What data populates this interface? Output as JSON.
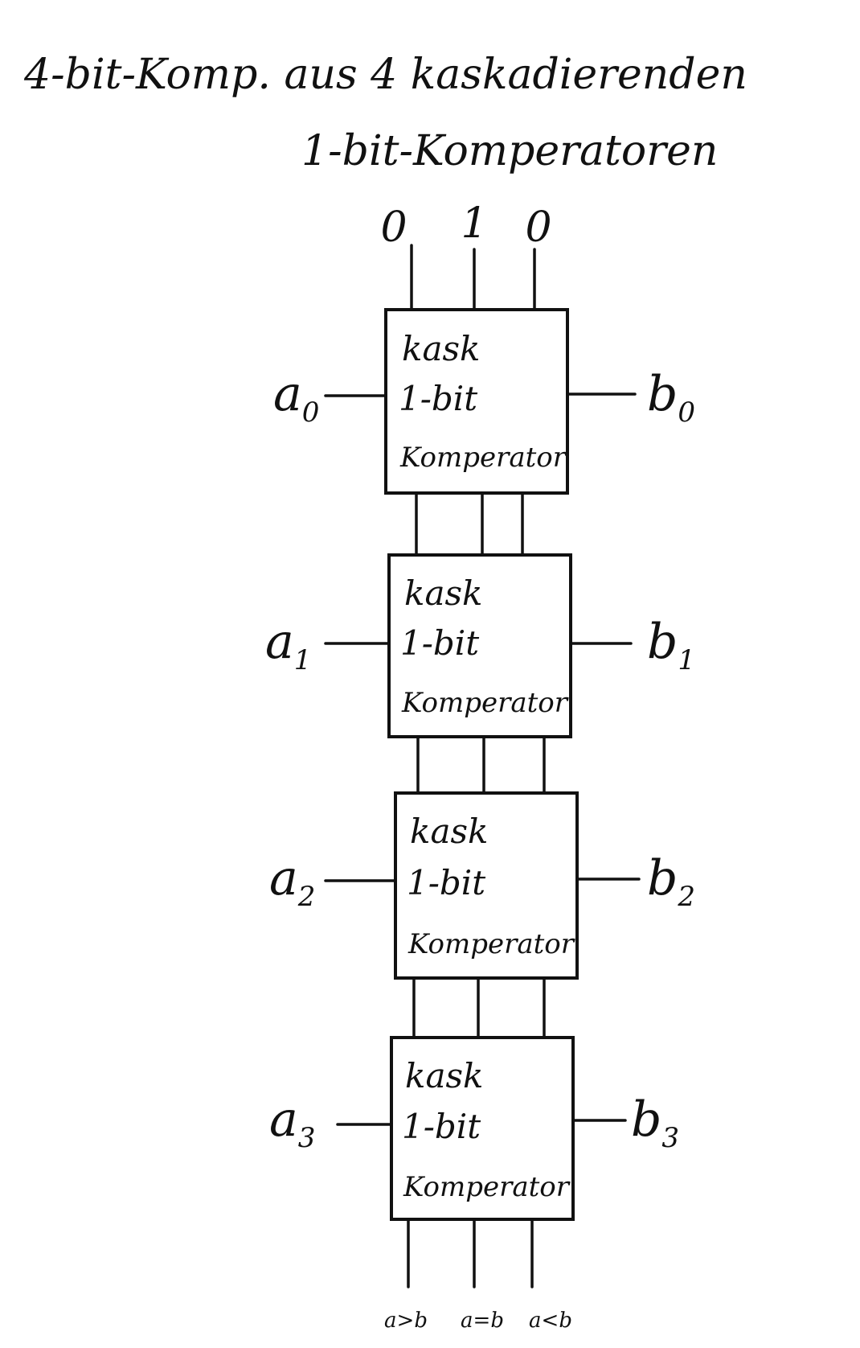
{
  "title": {
    "line1": "4-bit-Komp. aus 4 kaskadierenden",
    "line2": "1-bit-Komperatoren"
  },
  "cascade_inputs": [
    "0",
    "1",
    "0"
  ],
  "blocks": [
    {
      "line1": "kask",
      "line2": "1-bit",
      "line3": "Komperator",
      "a_base": "a",
      "a_sub": "0",
      "b_base": "b",
      "b_sub": "0"
    },
    {
      "line1": "kask",
      "line2": "1-bit",
      "line3": "Komperator",
      "a_base": "a",
      "a_sub": "1",
      "b_base": "b",
      "b_sub": "1"
    },
    {
      "line1": "kask",
      "line2": "1-bit",
      "line3": "Komperator",
      "a_base": "a",
      "a_sub": "2",
      "b_base": "b",
      "b_sub": "2"
    },
    {
      "line1": "kask",
      "line2": "1-bit",
      "line3": "Komperator",
      "a_base": "a",
      "a_sub": "3",
      "b_base": "b",
      "b_sub": "3"
    }
  ],
  "outputs": [
    "a>b",
    "a=b",
    "a<b"
  ]
}
